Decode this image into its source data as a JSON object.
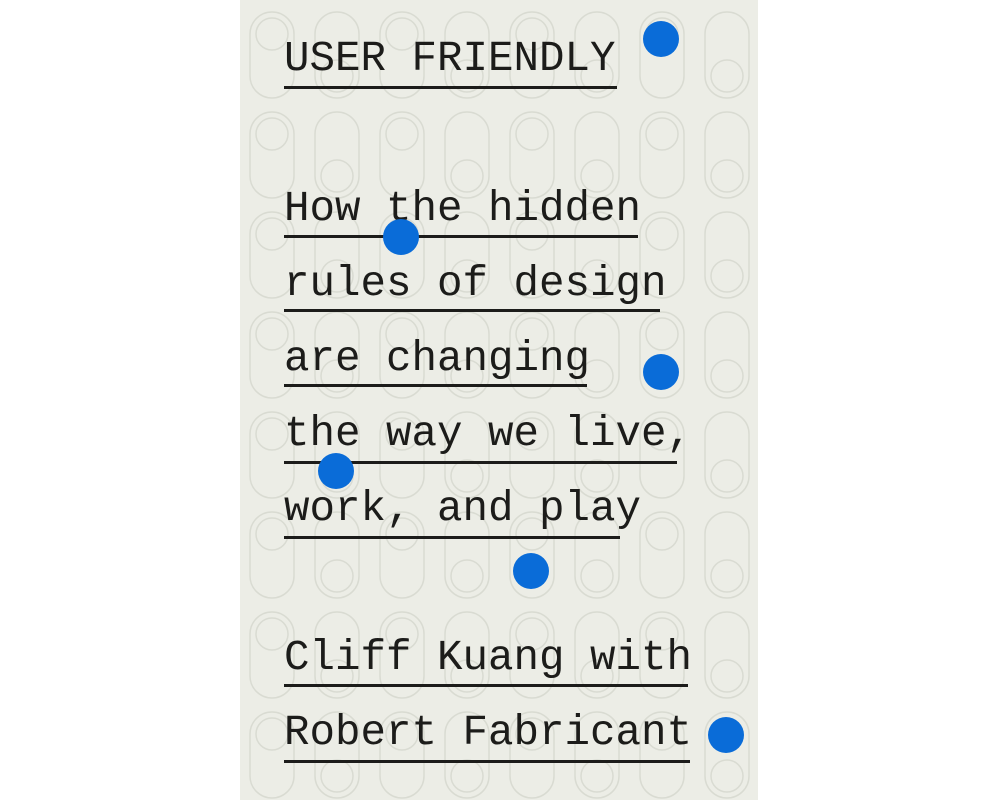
{
  "cover": {
    "background": "#ecede6",
    "ink": "#1c1c1a",
    "accent": "#0a6cd8",
    "title": "USER FRIENDLY",
    "subtitle_lines": [
      "How the hidden",
      "rules of design",
      "are changing",
      "the way we live,",
      "work, and play"
    ],
    "author_lines": [
      "Cliff Kuang with",
      "Robert Fabricant"
    ]
  }
}
